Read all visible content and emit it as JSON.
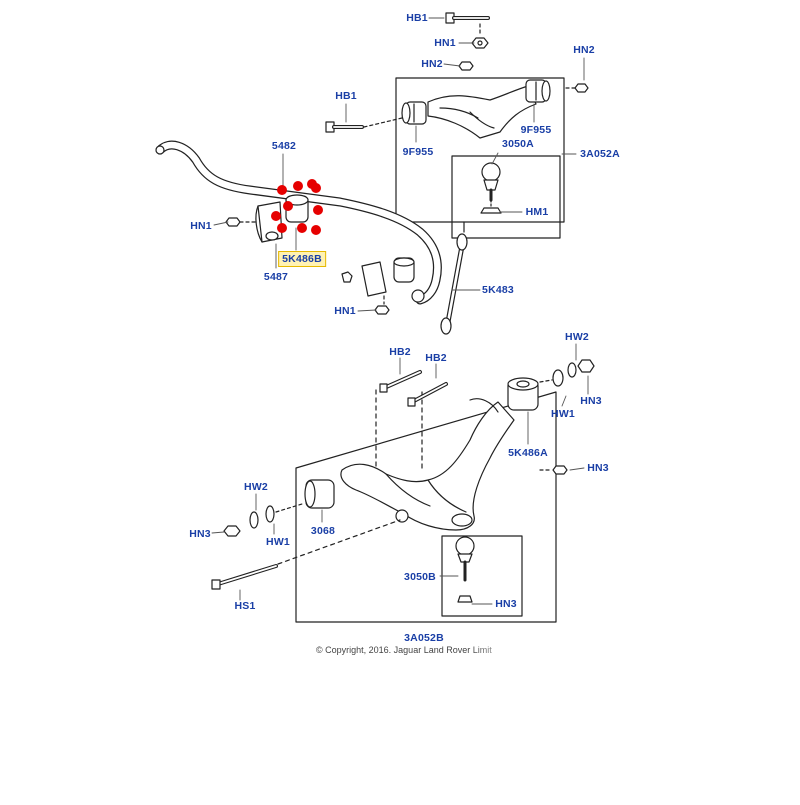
{
  "diagram": {
    "copyright": "© Copyright, 2016. Jaguar Land Rover Limit",
    "accent_color": "#1a3fa6",
    "marker_color": "#e60000",
    "highlight_label": "5K486B",
    "labels": {
      "hb1_top": "HB1",
      "hn1_top": "HN1",
      "hn2_top": "HN2",
      "hn2_right": "HN2",
      "hb1_left": "HB1",
      "p9f955_left": "9F955",
      "p9f955_right": "9F955",
      "p3050a": "3050A",
      "p3a052a": "3A052A",
      "hm1": "HM1",
      "p5482": "5482",
      "hn1_mid": "HN1",
      "p5k486b": "5K486B",
      "p5487": "5487",
      "p5k483": "5K483",
      "hn1_low": "HN1",
      "hb2_left": "HB2",
      "hb2_right": "HB2",
      "hw2_right": "HW2",
      "hw1_right": "HW1",
      "hn3_right": "HN3",
      "p5k486a": "5K486A",
      "hn3_mid": "HN3",
      "hw2_left": "HW2",
      "hn3_left": "HN3",
      "hw1_left": "HW1",
      "p3068": "3068",
      "p3050b": "3050B",
      "hn3_low": "HN3",
      "hs1": "HS1",
      "p3a052b": "3A052B"
    }
  }
}
